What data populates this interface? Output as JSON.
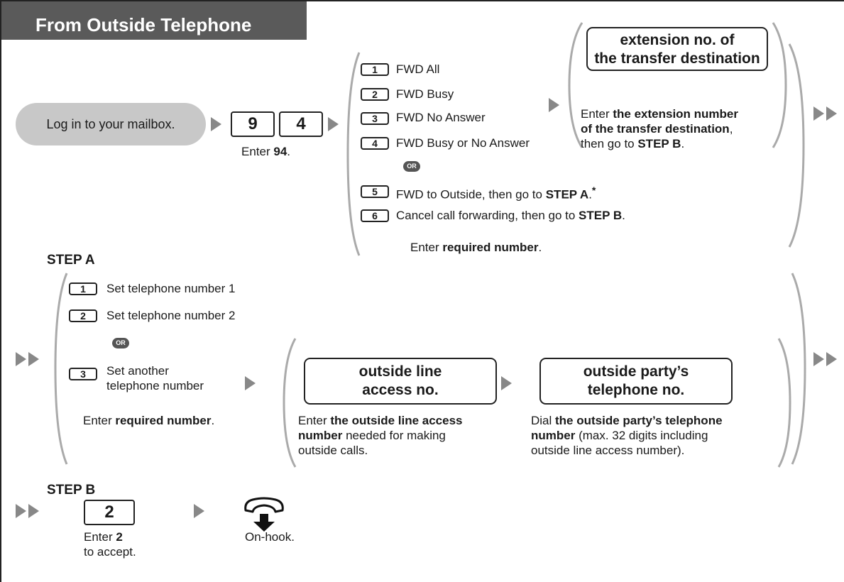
{
  "header": {
    "title": "From Outside Telephone"
  },
  "start": {
    "bubble": "Log in to your mailbox."
  },
  "feature_code": {
    "digit1": "9",
    "digit2": "4",
    "caption_prefix": "Enter ",
    "caption_bold": "94",
    "caption_suffix": "."
  },
  "options": [
    {
      "key": "1",
      "label": "FWD All"
    },
    {
      "key": "2",
      "label": "FWD Busy"
    },
    {
      "key": "3",
      "label": "FWD No Answer"
    },
    {
      "key": "4",
      "label": "FWD Busy or No Answer"
    },
    {
      "key": "5",
      "label_prefix": "FWD to Outside, then go to ",
      "label_bold": "STEP A",
      "label_suffix": ".",
      "note": "*"
    },
    {
      "key": "6",
      "label_prefix": "Cancel call forwarding, then go to ",
      "label_bold": "STEP B",
      "label_suffix": "."
    }
  ],
  "or_tag": "OR",
  "options_caption": {
    "prefix": "Enter ",
    "bold": "required number",
    "suffix": "."
  },
  "extension": {
    "box_line1": "extension no. of",
    "box_line2": "the transfer destination",
    "text_prefix": "Enter ",
    "text_bold1": "the extension number",
    "text_bold2": "of the transfer destination",
    "text_suffix": ",",
    "text_line3_prefix": "then go to ",
    "text_line3_bold": "STEP B",
    "text_line3_suffix": "."
  },
  "step_a": {
    "title": "STEP A",
    "items": [
      {
        "key": "1",
        "label": "Set telephone number 1"
      },
      {
        "key": "2",
        "label": "Set telephone number 2"
      },
      {
        "key": "3",
        "label_line1": "Set another",
        "label_line2": "telephone number"
      }
    ],
    "caption_prefix": "Enter ",
    "caption_bold": "required number",
    "caption_suffix": ".",
    "access_box_line1": "outside line",
    "access_box_line2": "access no.",
    "access_text_prefix": "Enter ",
    "access_text_bold1": "the outside line access",
    "access_text_bold2": "number",
    "access_text_line2_rest": " needed for making",
    "access_text_line3": "outside calls.",
    "party_box_line1": "outside party’s",
    "party_box_line2": "telephone no.",
    "party_text_prefix": "Dial ",
    "party_text_bold1": "the outside party’s telephone",
    "party_text_bold2": "number",
    "party_text_line2_rest": " (max. 32 digits including",
    "party_text_line3": "outside line access number)."
  },
  "step_b": {
    "title": "STEP B",
    "key": "2",
    "caption_prefix": "Enter ",
    "caption_bold": "2",
    "caption_line2": "to accept.",
    "onhook": "On-hook."
  },
  "icons": {
    "arrow": "triangle-arrow-icon",
    "continue": "double-arrow-icon",
    "handset": "handset-onhook-icon"
  },
  "colors": {
    "header_bg": "#5a5a5a",
    "bubble_bg": "#c8c8c8",
    "arrow": "#888888",
    "bracket": "#aaaaaa"
  }
}
